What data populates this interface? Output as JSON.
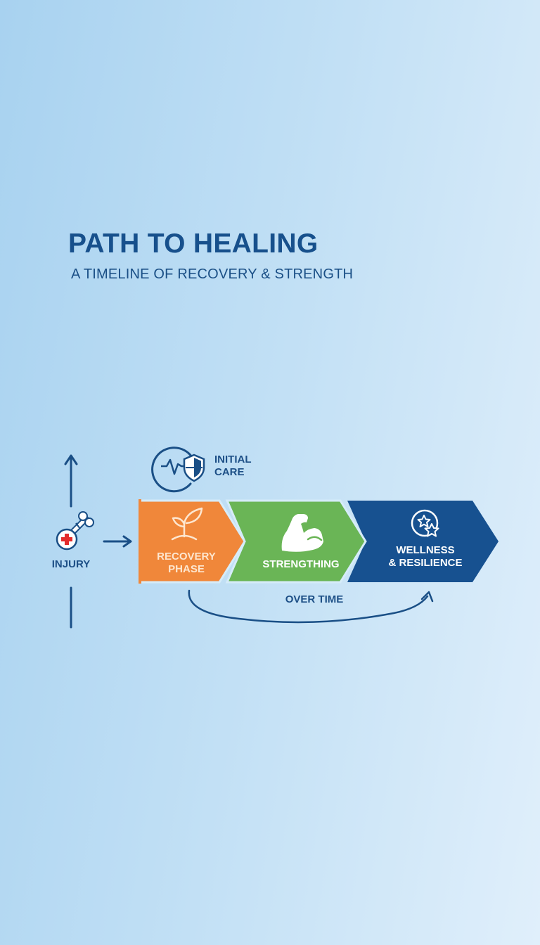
{
  "header": {
    "title": "PATH TO HEALING",
    "subtitle": "A TIMELINE OF RECOVERY & STRENGTH"
  },
  "steps": {
    "injury": {
      "label": "INJURY",
      "icon": "broken-bone-medical-icon"
    },
    "initial_care": {
      "line1": "INITIAL",
      "line2": "CARE",
      "icon": "heartbeat-shield-icon"
    },
    "recovery": {
      "line1": "RECOVERY",
      "line2": "PHASE",
      "icon": "sprout-icon",
      "color": "#f0873a"
    },
    "strengthing": {
      "label": "STRENGTHING",
      "icon": "flexed-arm-icon",
      "color": "#6ab556"
    },
    "wellness": {
      "line1": "WELLNESS",
      "line2": "& RESILIENCE",
      "icon": "stars-icon",
      "color": "#175190"
    }
  },
  "timeline": {
    "label": "OVER TIME"
  },
  "colors": {
    "primary": "#17508c",
    "orange": "#f0873a",
    "green": "#6ab556",
    "navy": "#175190",
    "medical_red": "#e32b2b"
  }
}
